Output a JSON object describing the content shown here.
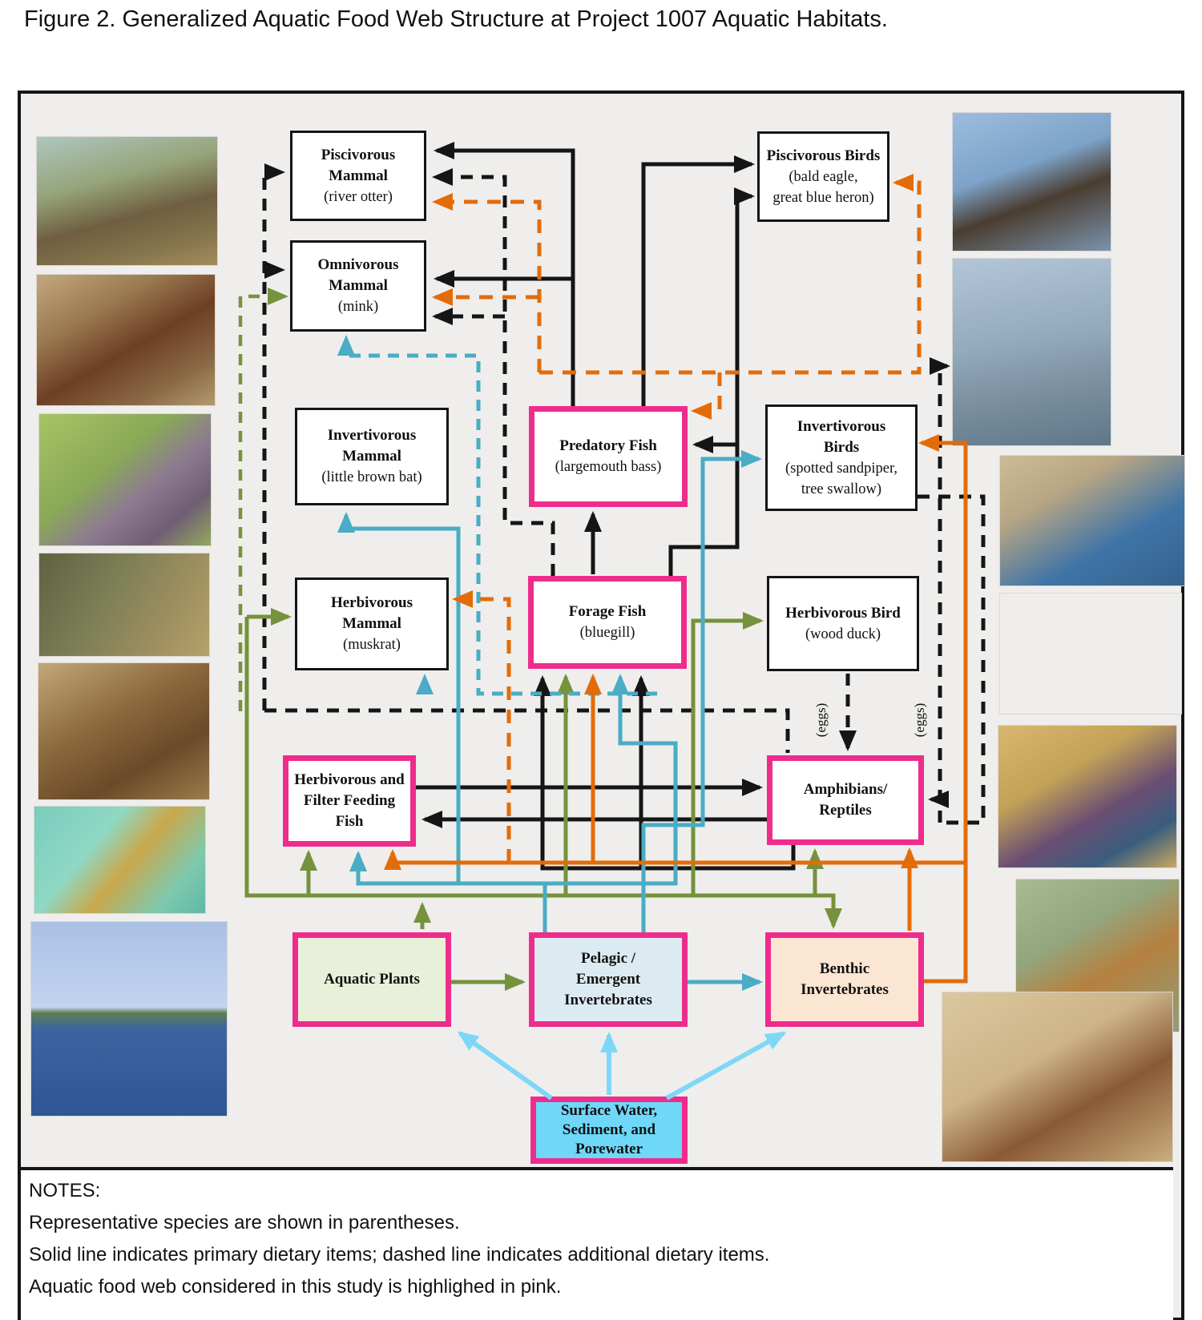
{
  "title": "Figure 2. Generalized Aquatic Food Web Structure at Project 1007 Aquatic Habitats.",
  "boxes": {
    "piscivorous_mammal": {
      "lines": [
        "Piscivorous",
        "Mammal",
        "(river otter)"
      ],
      "highlighted": false
    },
    "omnivorous_mammal": {
      "lines": [
        "Omnivorous",
        "Mammal",
        "(mink)"
      ],
      "highlighted": false
    },
    "invertivorous_mammal": {
      "lines": [
        "Invertivorous",
        "Mammal",
        "(little brown bat)"
      ],
      "highlighted": false
    },
    "herbivorous_mammal": {
      "lines": [
        "Herbivorous",
        "Mammal",
        "(muskrat)"
      ],
      "highlighted": false
    },
    "predatory_fish": {
      "lines": [
        "Predatory Fish",
        "(largemouth bass)"
      ],
      "highlighted": true
    },
    "forage_fish": {
      "lines": [
        "Forage Fish",
        "(bluegill)"
      ],
      "highlighted": true
    },
    "piscivorous_birds": {
      "lines": [
        "Piscivorous Birds",
        "(bald eagle,",
        "great blue heron)"
      ],
      "highlighted": false
    },
    "invertivorous_birds": {
      "lines": [
        "Invertivorous",
        "Birds",
        "(spotted sandpiper,",
        "tree swallow)"
      ],
      "highlighted": false
    },
    "herbivorous_bird": {
      "lines": [
        "Herbivorous Bird",
        "(wood duck)"
      ],
      "highlighted": false
    },
    "amphibians_reptiles": {
      "lines": [
        "Amphibians/",
        "Reptiles"
      ],
      "highlighted": true
    },
    "herbivorous_filter_fish": {
      "lines": [
        "Herbivorous and",
        "Filter Feeding",
        "Fish"
      ],
      "highlighted": true
    },
    "aquatic_plants": {
      "lines": [
        "Aquatic Plants"
      ],
      "highlighted": true,
      "fill": "#e9f0da"
    },
    "pelagic_invertebrates": {
      "lines": [
        "Pelagic /",
        "Emergent",
        "Invertebrates"
      ],
      "highlighted": true,
      "fill": "#dcebf2"
    },
    "benthic_invertebrates": {
      "lines": [
        "Benthic",
        "Invertebrates"
      ],
      "highlighted": true,
      "fill": "#fbe5d3"
    },
    "surface_water": {
      "lines": [
        "Surface Water,",
        "Sediment, and",
        "Porewater"
      ],
      "highlighted": true,
      "fill": "#6fd8f8"
    }
  },
  "labels": {
    "eggs": "(eggs)"
  },
  "notes": [
    "NOTES:",
    "Representative species are shown in parentheses.",
    "Solid line indicates primary dietary items; dashed line indicates additional dietary items.",
    "Aquatic food web considered in this study is highlighed in pink."
  ],
  "colors": {
    "highlight_pink": "#ee2c8c",
    "black_line": "#151515",
    "plant_green": "#76923c",
    "pelagic_teal": "#4aacc5",
    "benthic_orange": "#e36c0a",
    "water_light_blue": "#7fd7f7",
    "panel_gray": "#efeeec"
  },
  "photos": [
    {
      "name": "river-otter"
    },
    {
      "name": "mink"
    },
    {
      "name": "little-brown-bat"
    },
    {
      "name": "largemouth-bass"
    },
    {
      "name": "muskrat"
    },
    {
      "name": "bluegill-school"
    },
    {
      "name": "lake-habitat"
    },
    {
      "name": "bald-eagle"
    },
    {
      "name": "great-blue-heron"
    },
    {
      "name": "spotted-sandpiper"
    },
    {
      "name": "tree-swallow"
    },
    {
      "name": "wood-duck"
    },
    {
      "name": "freshwater-mussel"
    },
    {
      "name": "crayfish"
    }
  ],
  "connections": [
    {
      "from": "predatory_fish",
      "to": "piscivorous_mammal",
      "type": "primary",
      "color": "black"
    },
    {
      "from": "predatory_fish",
      "to": "omnivorous_mammal",
      "type": "primary",
      "color": "black"
    },
    {
      "from": "predatory_fish",
      "to": "piscivorous_birds",
      "type": "primary",
      "color": "black"
    },
    {
      "from": "forage_fish",
      "to": "piscivorous_birds",
      "type": "primary",
      "color": "black"
    },
    {
      "from": "forage_fish",
      "to": "predatory_fish",
      "type": "primary",
      "color": "black"
    },
    {
      "from": "forage_fish",
      "to": "piscivorous_mammal",
      "type": "additional",
      "color": "black"
    },
    {
      "from": "forage_fish",
      "to": "omnivorous_mammal",
      "type": "additional",
      "color": "black"
    },
    {
      "from": "amphibians_reptiles",
      "to": "piscivorous_mammal",
      "type": "additional",
      "color": "black"
    },
    {
      "from": "amphibians_reptiles",
      "to": "omnivorous_mammal",
      "type": "additional",
      "color": "black"
    },
    {
      "from": "amphibians_reptiles",
      "to": "forage_fish",
      "type": "primary",
      "color": "black"
    },
    {
      "from": "amphibians_reptiles",
      "to": "herbivorous_filter_fish",
      "type": "primary",
      "color": "black"
    },
    {
      "from": "herbivorous_filter_fish",
      "to": "amphibians_reptiles",
      "type": "primary",
      "color": "black"
    },
    {
      "from": "herbivorous_bird",
      "to": "amphibians_reptiles",
      "type": "additional_eggs",
      "color": "black"
    },
    {
      "from": "invertivorous_birds",
      "to": "amphibians_reptiles",
      "type": "additional_eggs",
      "color": "black"
    },
    {
      "from": "aquatic_plants",
      "to": "herbivorous_mammal",
      "type": "primary",
      "color": "green"
    },
    {
      "from": "aquatic_plants",
      "to": "omnivorous_mammal",
      "type": "additional",
      "color": "green"
    },
    {
      "from": "aquatic_plants",
      "to": "herbivorous_filter_fish",
      "type": "primary",
      "color": "green"
    },
    {
      "from": "aquatic_plants",
      "to": "forage_fish",
      "type": "primary",
      "color": "green"
    },
    {
      "from": "aquatic_plants",
      "to": "herbivorous_bird",
      "type": "primary",
      "color": "green"
    },
    {
      "from": "aquatic_plants",
      "to": "amphibians_reptiles",
      "type": "primary",
      "color": "green"
    },
    {
      "from": "aquatic_plants",
      "to": "benthic_invertebrates",
      "type": "primary",
      "color": "green"
    },
    {
      "from": "aquatic_plants",
      "to": "pelagic_emergent_invertebrates",
      "type": "primary",
      "color": "green"
    },
    {
      "from": "pelagic_emergent_invertebrates",
      "to": "invertivorous_mammal",
      "type": "primary",
      "color": "teal"
    },
    {
      "from": "pelagic_emergent_invertebrates",
      "to": "omnivorous_mammal",
      "type": "additional",
      "color": "teal"
    },
    {
      "from": "pelagic_emergent_invertebrates",
      "to": "herbivorous_mammal",
      "type": "additional",
      "color": "teal"
    },
    {
      "from": "pelagic_emergent_invertebrates",
      "to": "herbivorous_filter_fish",
      "type": "primary",
      "color": "teal"
    },
    {
      "from": "pelagic_emergent_invertebrates",
      "to": "forage_fish",
      "type": "primary",
      "color": "teal"
    },
    {
      "from": "pelagic_emergent_invertebrates",
      "to": "invertivorous_birds",
      "type": "primary",
      "color": "teal"
    },
    {
      "from": "pelagic_emergent_invertebrates",
      "to": "benthic_invertebrates",
      "type": "primary",
      "color": "teal"
    },
    {
      "from": "benthic_invertebrates",
      "to": "herbivorous_filter_fish",
      "type": "primary",
      "color": "orange"
    },
    {
      "from": "benthic_invertebrates",
      "to": "forage_fish",
      "type": "primary",
      "color": "orange"
    },
    {
      "from": "benthic_invertebrates",
      "to": "invertivorous_birds",
      "type": "primary",
      "color": "orange"
    },
    {
      "from": "benthic_invertebrates",
      "to": "amphibians_reptiles",
      "type": "primary",
      "color": "orange"
    },
    {
      "from": "benthic_invertebrates",
      "to": "piscivorous_mammal",
      "type": "additional",
      "color": "orange"
    },
    {
      "from": "benthic_invertebrates",
      "to": "omnivorous_mammal",
      "type": "additional",
      "color": "orange"
    },
    {
      "from": "benthic_invertebrates",
      "to": "herbivorous_mammal",
      "type": "additional",
      "color": "orange"
    },
    {
      "from": "benthic_invertebrates",
      "to": "predatory_fish",
      "type": "additional",
      "color": "orange"
    },
    {
      "from": "benthic_invertebrates",
      "to": "piscivorous_birds",
      "type": "additional",
      "color": "orange"
    },
    {
      "from": "surface_water_sediment_porewater",
      "to": "aquatic_plants",
      "type": "primary",
      "color": "light_blue"
    },
    {
      "from": "surface_water_sediment_porewater",
      "to": "pelagic_emergent_invertebrates",
      "type": "primary",
      "color": "light_blue"
    },
    {
      "from": "surface_water_sediment_porewater",
      "to": "benthic_invertebrates",
      "type": "primary",
      "color": "light_blue"
    }
  ]
}
